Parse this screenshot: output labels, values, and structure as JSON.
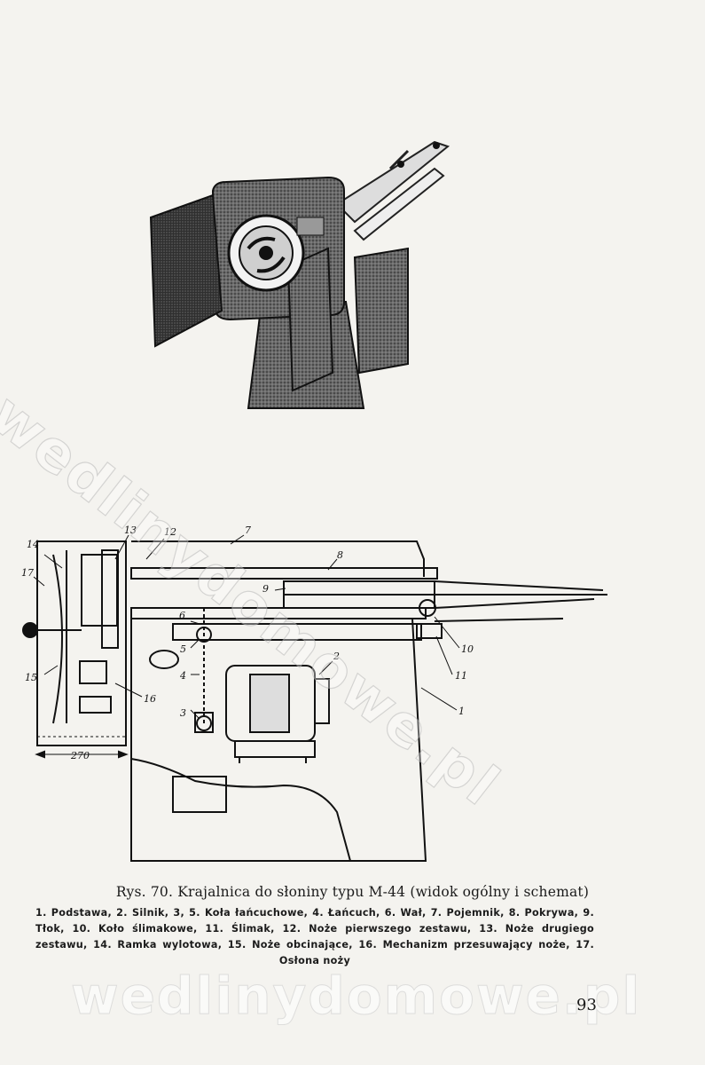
{
  "caption": "Rys. 70. Krajalnica do słoniny typu M-44 (widok ogólny i schemat)",
  "legend": "1. Podstawa, 2. Silnik, 3, 5. Koła łańcuchowe, 4. Łańcuch, 6. Wał, 7. Pojemnik, 8. Pokrywa, 9. Tłok, 10. Koło ślimakowe, 11. Ślimak, 12. Noże pierwszego zestawu, 13. Noże drugiego zestawu, 14. Ramka wylotowa, 15. Noże obcinające, 16. Mechanizm przesuwający noże, 17. Osłona noży",
  "page_number": "93",
  "watermark": "wedlinydomowe.pl",
  "diagram": {
    "dimension": "270",
    "labels": [
      "1",
      "2",
      "3",
      "4",
      "5",
      "6",
      "7",
      "8",
      "9",
      "10",
      "11",
      "12",
      "13",
      "14",
      "15",
      "16",
      "17"
    ]
  }
}
